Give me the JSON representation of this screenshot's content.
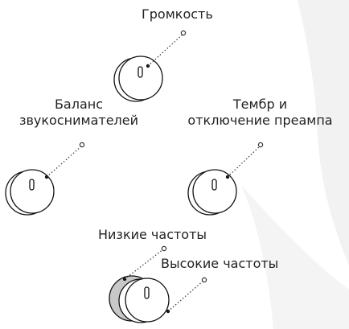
{
  "labels": {
    "volume": "Громкость",
    "balance_line1": "Баланс",
    "balance_line2": "звукоснимателей",
    "tone_line1": "Тембр и",
    "tone_line2": "отключение преампа",
    "bass": "Низкие частоты",
    "treble": "Высокие частоты"
  },
  "colors": {
    "stroke": "#111111",
    "dotted": "#333333",
    "watermark": "#f2f2f2",
    "bass_knob_fill": "#c8c8c8"
  }
}
